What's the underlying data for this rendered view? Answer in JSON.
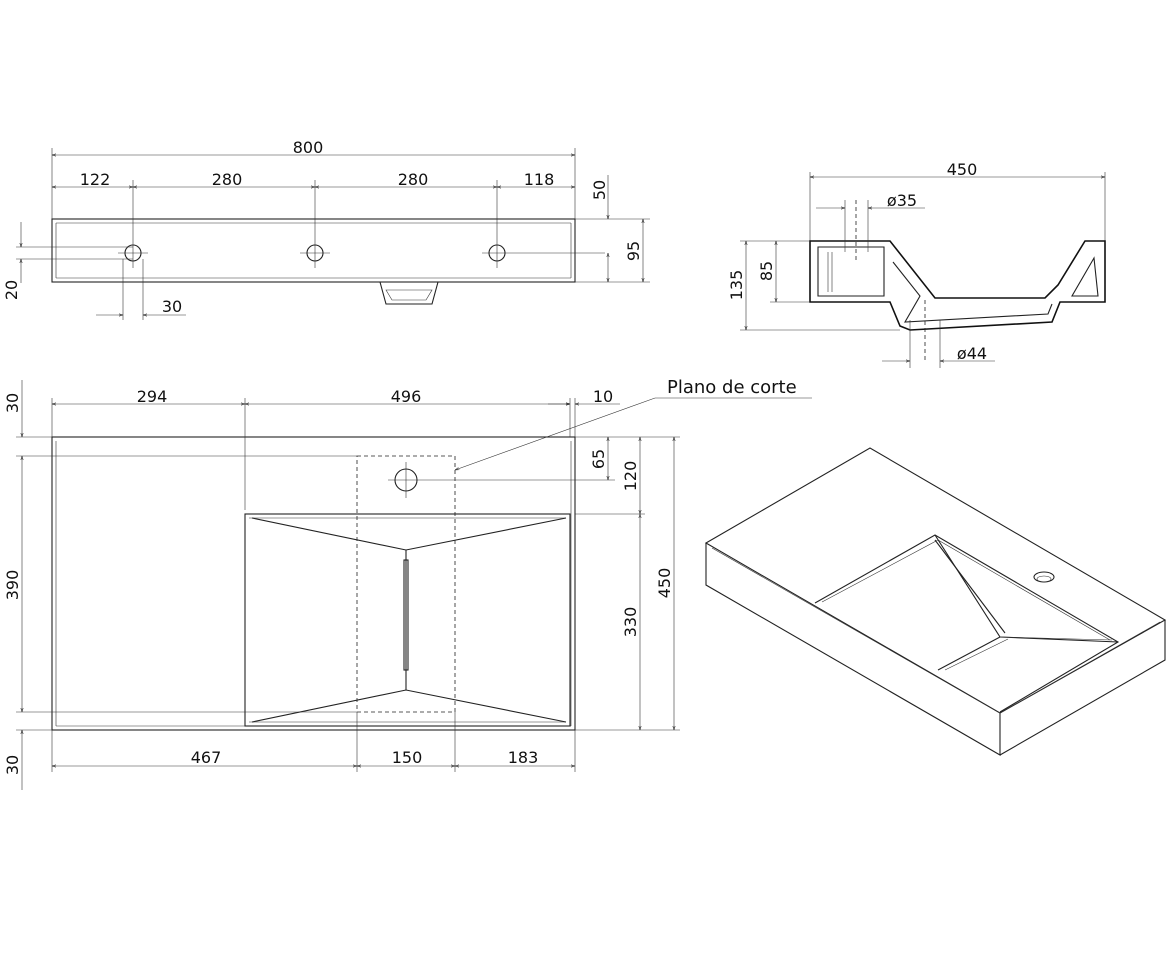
{
  "top_view": {
    "overall_width": "800",
    "spacings": [
      "122",
      "280",
      "280",
      "118"
    ],
    "offset_top": "50",
    "depth": "95",
    "edge_height": "20",
    "hole_spacing": "30"
  },
  "section_view": {
    "width": "450",
    "tap_hole": "ø35",
    "height_total": "135",
    "height_inner": "85",
    "drain": "ø44"
  },
  "plan_view": {
    "left_offset": "294",
    "basin_width": "496",
    "right_margin": "10",
    "cut_plane_label": "Plano de corte",
    "tap_offset": "65",
    "basin_top": "120",
    "basin_depth": "330",
    "total_depth": "450",
    "top_margin": "30",
    "inner_length": "390",
    "bottom_margin": "30",
    "bottom_left": "467",
    "bottom_middle": "150",
    "bottom_right": "183"
  }
}
